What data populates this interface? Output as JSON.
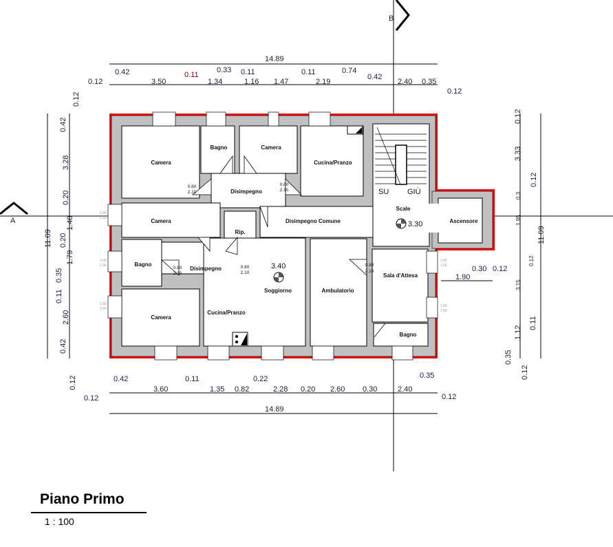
{
  "title": "Piano Primo",
  "scale": "1 : 100",
  "colors": {
    "outer_wall": "#ff0000",
    "wall": "#c0c0c0",
    "room": "#ffffff",
    "line": "#000000"
  },
  "section_markers": {
    "a": "A",
    "b": "B"
  },
  "rooms": {
    "camera_tl": "Camera",
    "bagno_top": "Bagno",
    "camera_top": "Camera",
    "cucina_top": "Cucina/Pranzo",
    "disimpegno_top": "Disimpegno",
    "camera_mid": "Camera",
    "rip": "Rip.",
    "disimpegno_comune": "Disimpegno Comune",
    "bagno_left": "Bagno",
    "disimpegno_left": "Disimpegno",
    "camera_bl": "Camera",
    "cucina_bottom": "Cucina/Pranzo",
    "soggiorno": "Soggiorno",
    "ambulatorio": "Ambulatorio",
    "sala_attesa": "Sala d'Attesa",
    "bagno_br": "Bagno",
    "scale": "Scale",
    "ascensore": "Ascensore"
  },
  "stairs": {
    "up": "SU",
    "down": "GIÙ"
  },
  "elevations": {
    "scale": "3.30",
    "soggiorno": "3.40"
  },
  "door": {
    "width": "0.80",
    "height": "2.10"
  },
  "window": {
    "width": "1.00",
    "height": "1.56"
  },
  "dimensions": {
    "total_width": "14.89",
    "total_depth": "11.09",
    "top": [
      "0.12",
      "0.42",
      "3.50",
      "0.11",
      "1.34",
      "0.33",
      "0.11",
      "1.16",
      "1.47",
      "0.11",
      "2.19",
      "0.74",
      "0.42",
      "2.40",
      "0.35",
      "0.12"
    ],
    "bottom": [
      "0.12",
      "0.42",
      "3.60",
      "0.11",
      "1.35",
      "0.82",
      "0.22",
      "2.28",
      "0.20",
      "2.60",
      "0.30",
      "2.40",
      "0.35",
      "0.12"
    ],
    "left": [
      "0.12",
      "0.42",
      "3.28",
      "0.20",
      "1.48",
      "0.20",
      "1.79",
      "0.35",
      "0.11",
      "2.60",
      "0.42",
      "0.12"
    ],
    "right": [
      "0.12",
      "3.33",
      "0.3",
      "0.12",
      "1.95",
      "0.12",
      "3.15",
      "0.11",
      "1.12",
      "0.35",
      "0.12"
    ],
    "east_annex": [
      "1.90",
      "0.30",
      "0.12"
    ]
  }
}
